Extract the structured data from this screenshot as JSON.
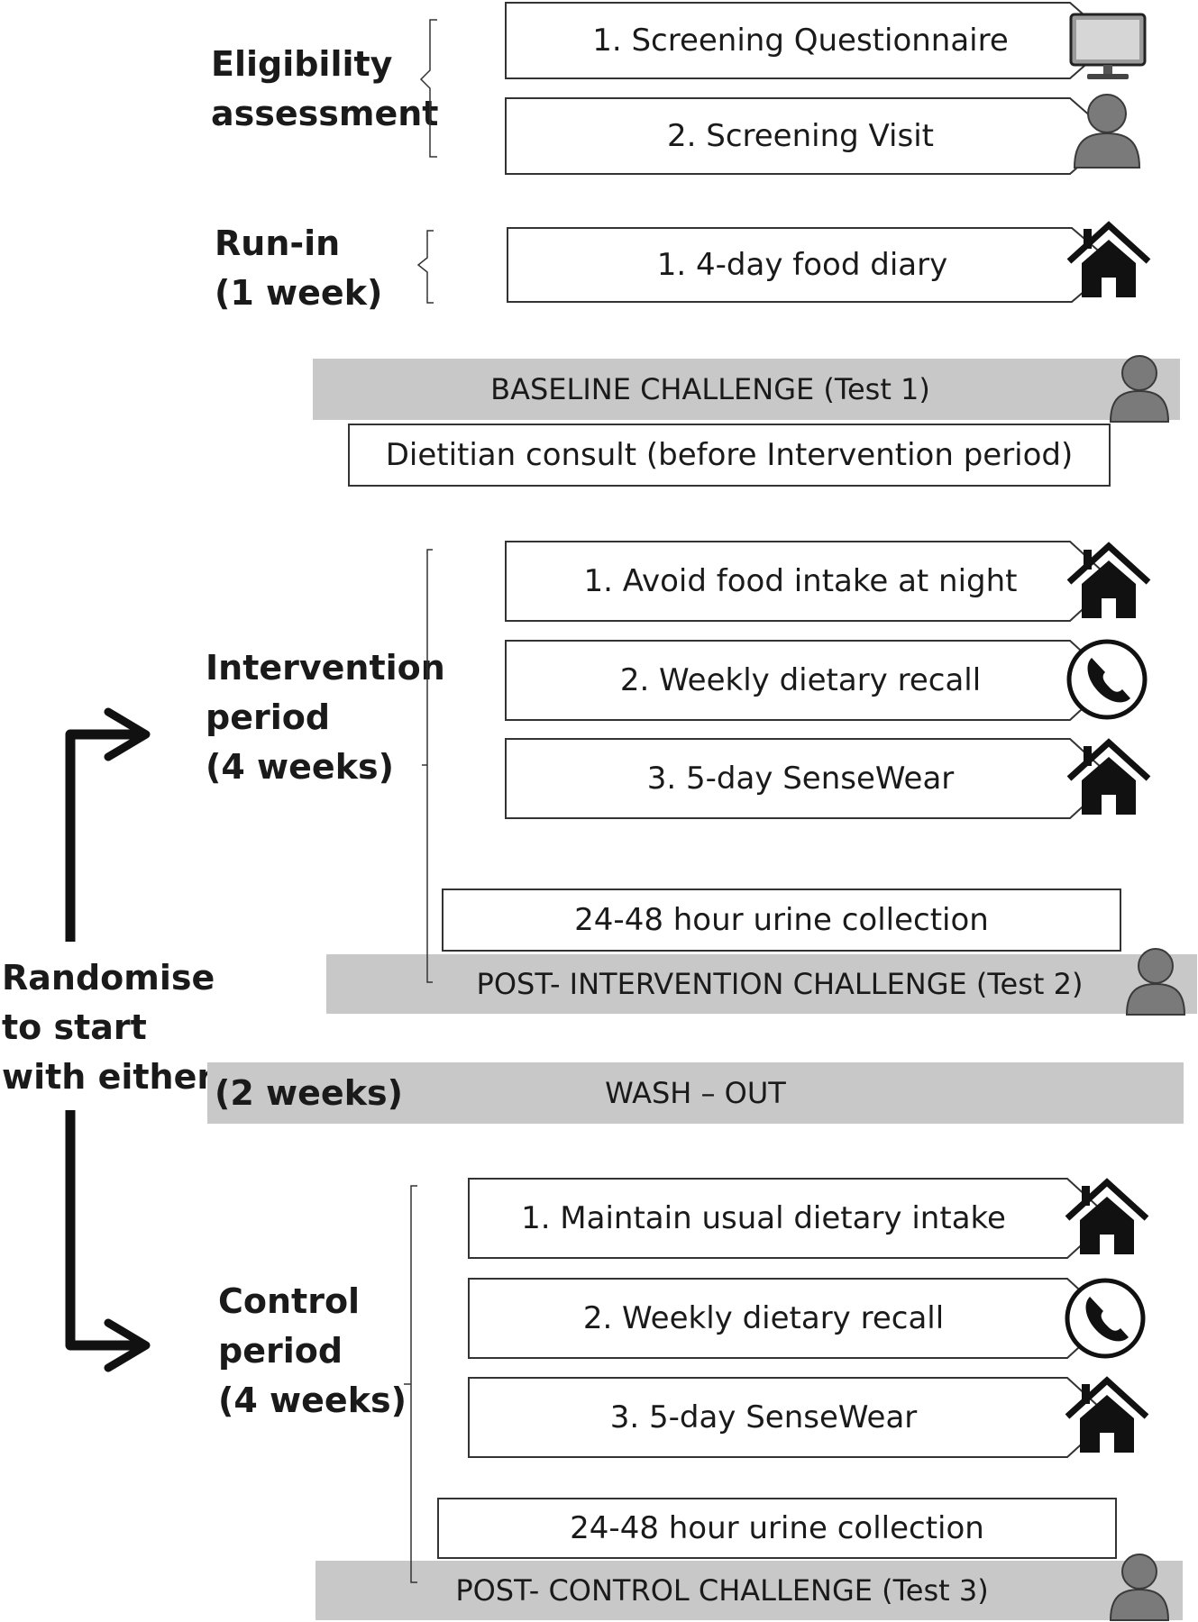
{
  "labels": {
    "eligibility": [
      "Eligibility",
      "assessment"
    ],
    "runin": [
      "Run-in",
      "(1 week)"
    ],
    "intervention": [
      "Intervention",
      "period",
      "(4 weeks)"
    ],
    "randomise": [
      "Randomise",
      "to start",
      "with either"
    ],
    "control": [
      "Control",
      "period",
      "(4 weeks)"
    ],
    "washout_duration": "(2 weeks)"
  },
  "eligibility_steps": [
    "1. Screening Questionnaire",
    "2. Screening Visit"
  ],
  "runin_steps": [
    "1. 4-day food diary"
  ],
  "baseline_challenge": "BASELINE CHALLENGE (Test 1)",
  "dietitian_consult": "Dietitian consult (before Intervention period)",
  "intervention_steps": [
    "1. Avoid food intake at night",
    "2. Weekly dietary recall",
    "3. 5-day SenseWear"
  ],
  "intervention_urine": "24-48 hour urine collection",
  "post_intervention_challenge": "POST- INTERVENTION CHALLENGE (Test 2)",
  "washout": "WASH – OUT",
  "control_steps": [
    "1. Maintain usual dietary intake",
    "2. Weekly dietary recall",
    "3. 5-day SenseWear"
  ],
  "control_urine": "24-48 hour urine collection",
  "post_control_challenge": "POST- CONTROL CHALLENGE (Test 3)",
  "icons": {
    "computer": "computer-icon",
    "person": "person-icon",
    "home": "home-icon",
    "phone": "phone-icon"
  },
  "colors": {
    "band": "#c8c8c8",
    "stroke": "#333333",
    "ink": "#111111"
  }
}
